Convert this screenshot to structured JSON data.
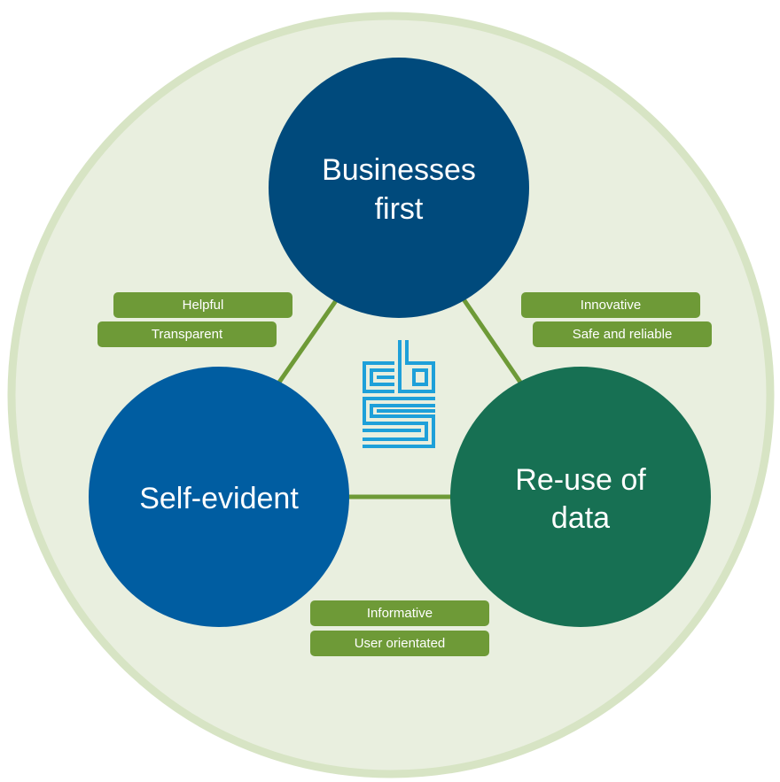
{
  "colors": {
    "background_circle": "#e9efdf",
    "background_ring": "#d7e4c4",
    "connector": "#6e9a37",
    "tag_fill": "#6e9a37",
    "businesses_first": "#004a7c",
    "self_evident": "#005da1",
    "reuse_of_data": "#177053",
    "logo": "#1ea0d9"
  },
  "nodes": {
    "businesses_first": {
      "line1": "Businesses",
      "line2": "first"
    },
    "self_evident": {
      "line1": "Self-evident"
    },
    "reuse_of_data": {
      "line1": "Re-use of",
      "line2": "data"
    }
  },
  "tags": {
    "left": [
      "Helpful",
      "Transparent"
    ],
    "right": [
      "Innovative",
      "Safe and reliable"
    ],
    "bottom": [
      "Informative",
      "User orientated"
    ]
  },
  "logo": {
    "text": "cbs",
    "icon": "cbs-logo-icon"
  }
}
